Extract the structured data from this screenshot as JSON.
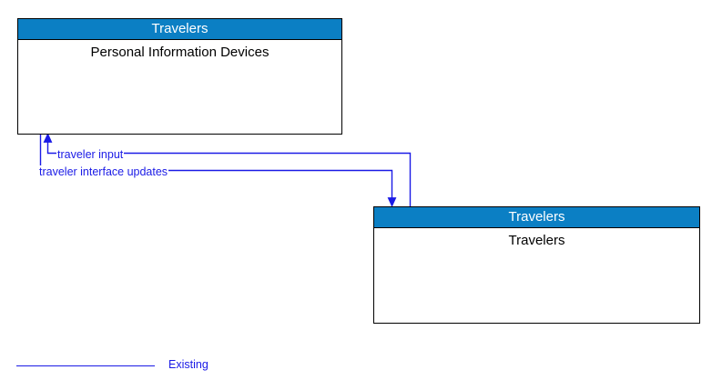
{
  "diagram": {
    "type": "context-flow-diagram",
    "background_color": "#ffffff",
    "entity_header_color": "#0b7fc4",
    "flow_color": "#1a1ae6",
    "border_color": "#000000",
    "entities": [
      {
        "id": "personal-information-devices",
        "header": "Travelers",
        "title": "Personal Information Devices"
      },
      {
        "id": "travelers",
        "header": "Travelers",
        "title": "Travelers"
      }
    ],
    "flows": [
      {
        "id": "traveler-input",
        "label": "traveler input",
        "from": "travelers",
        "to": "personal-information-devices",
        "style": "Existing"
      },
      {
        "id": "traveler-interface-updates",
        "label": "traveler interface updates",
        "from": "personal-information-devices",
        "to": "travelers",
        "style": "Existing"
      }
    ],
    "legend": {
      "items": [
        {
          "id": "existing",
          "label": "Existing",
          "color": "#1a1ae6"
        }
      ]
    }
  }
}
